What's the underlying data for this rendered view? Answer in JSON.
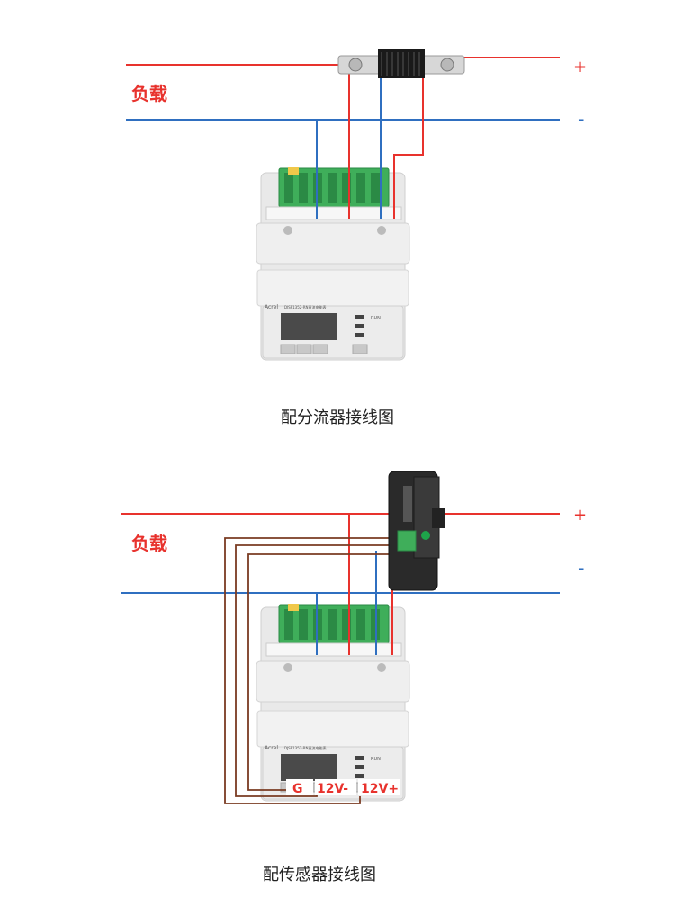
{
  "colors": {
    "positive_wire": "#e8322d",
    "negative_wire": "#2f6fc0",
    "signal_wire": "#7a3b22",
    "terminal_green": "#3fae5a",
    "meter_body": "#e6e6e6"
  },
  "diagram_1": {
    "load_label": "负载",
    "plus_label": "+",
    "minus_label": "-",
    "caption": "配分流器接线图",
    "meter_brand": "Acrel",
    "meter_model": "DJSF1352-RN直流电能表",
    "meter_indicator": "RUN",
    "shunt_icon": "shunt-icon"
  },
  "diagram_2": {
    "load_label": "负载",
    "plus_label": "+",
    "minus_label": "-",
    "caption": "配传感器接线图",
    "meter_brand": "Acrel",
    "meter_model": "DJSF1352-RN直流电能表",
    "meter_indicator": "RUN",
    "terminals": [
      "G",
      "12V-",
      "12V+"
    ],
    "sensor_icon": "hall-sensor-icon"
  }
}
